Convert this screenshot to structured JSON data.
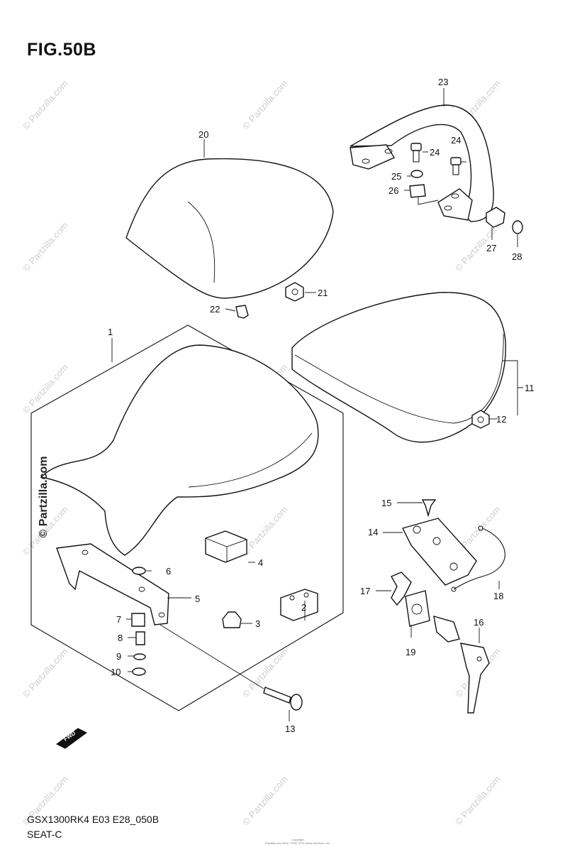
{
  "figure": {
    "title": "FIG.50B",
    "model_code": "GSX1300RK4 E03 E28_050B",
    "section": "SEAT-C",
    "copyright_line1": "Copyright",
    "copyright_line2": "Partzilla.com 2024 - PHR, SYS Sarah Stockton, Inc.",
    "side_watermark": "© Partzilla.com",
    "watermark_text": "© Partzilla.com",
    "fwd_label": "FWD"
  },
  "callouts": [
    {
      "id": "1",
      "label": "1"
    },
    {
      "id": "2",
      "label": "2"
    },
    {
      "id": "3",
      "label": "3"
    },
    {
      "id": "4",
      "label": "4"
    },
    {
      "id": "5",
      "label": "5"
    },
    {
      "id": "6",
      "label": "6"
    },
    {
      "id": "7",
      "label": "7"
    },
    {
      "id": "8",
      "label": "8"
    },
    {
      "id": "9",
      "label": "9"
    },
    {
      "id": "10",
      "label": "10"
    },
    {
      "id": "11",
      "label": "11"
    },
    {
      "id": "12",
      "label": "12"
    },
    {
      "id": "13",
      "label": "13"
    },
    {
      "id": "14",
      "label": "14"
    },
    {
      "id": "15",
      "label": "15"
    },
    {
      "id": "16",
      "label": "16"
    },
    {
      "id": "17",
      "label": "17"
    },
    {
      "id": "18",
      "label": "18"
    },
    {
      "id": "19",
      "label": "19"
    },
    {
      "id": "20",
      "label": "20"
    },
    {
      "id": "21",
      "label": "21"
    },
    {
      "id": "22",
      "label": "22"
    },
    {
      "id": "23",
      "label": "23"
    },
    {
      "id": "24a",
      "label": "24"
    },
    {
      "id": "24b",
      "label": "24"
    },
    {
      "id": "25",
      "label": "25"
    },
    {
      "id": "26",
      "label": "26"
    },
    {
      "id": "27",
      "label": "27"
    },
    {
      "id": "28",
      "label": "28"
    }
  ]
}
